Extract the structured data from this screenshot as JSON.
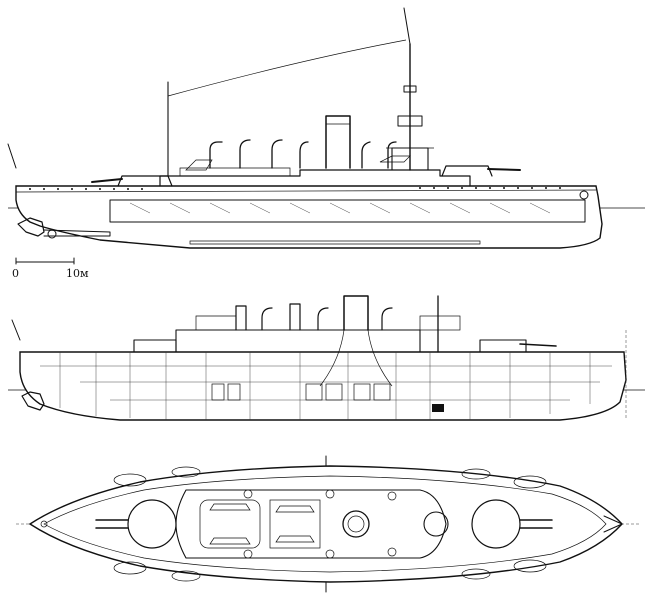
{
  "scale_bar": {
    "start_label": "0",
    "end_label": "10м"
  },
  "views": {
    "profile": "outboard-profile",
    "section": "inboard-profile",
    "plan": "deck-plan"
  }
}
